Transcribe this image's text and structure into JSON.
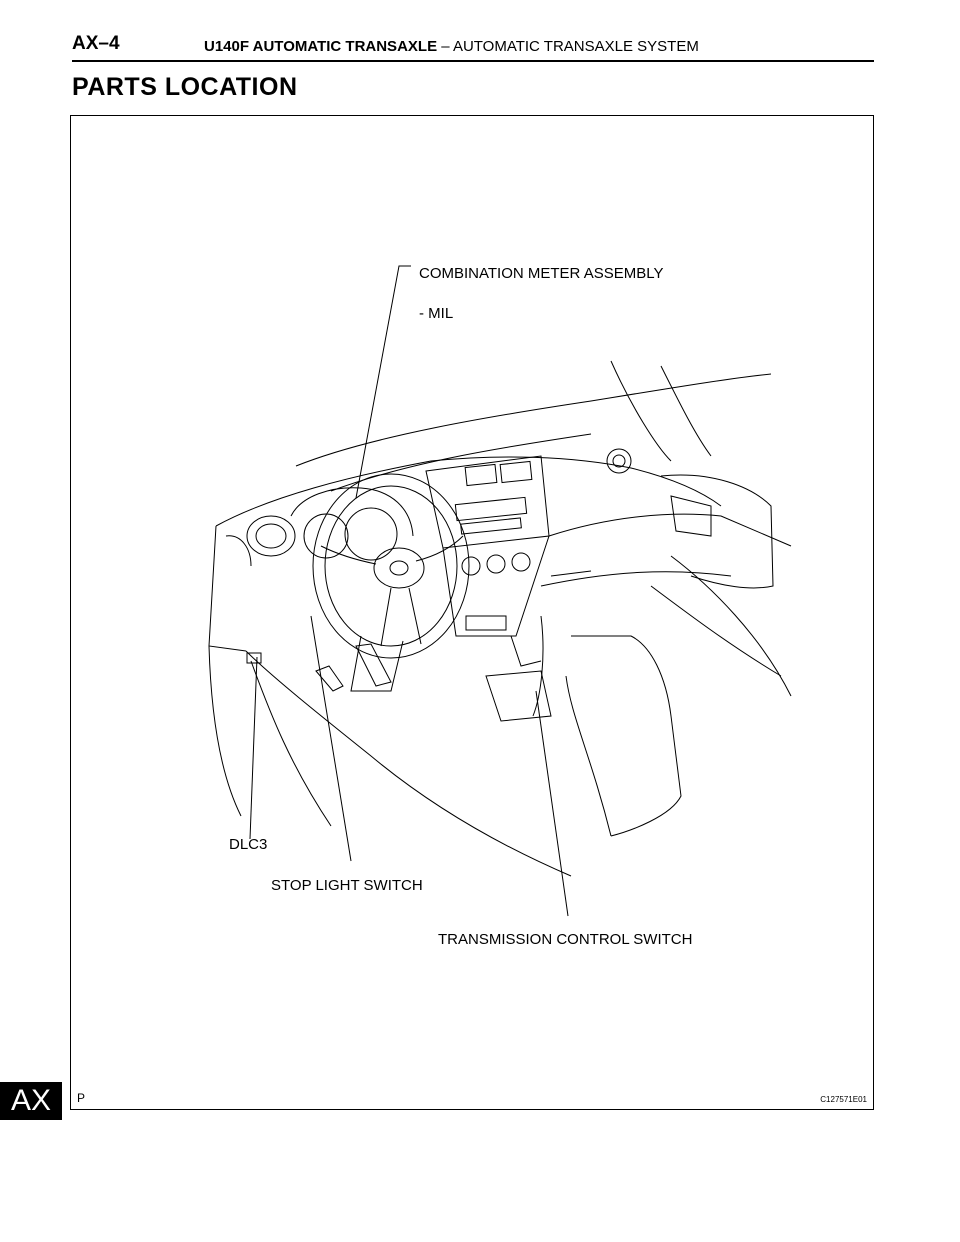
{
  "header": {
    "page_number": "AX–4",
    "title_bold": "U140F AUTOMATIC TRANSAXLE",
    "separator": " – ",
    "title_regular": "AUTOMATIC TRANSAXLE SYSTEM"
  },
  "section_title": "PARTS LOCATION",
  "figure": {
    "callouts": {
      "combination_meter": "COMBINATION METER ASSEMBLY",
      "mil": "- MIL",
      "dlc3": "DLC3",
      "stop_light_switch": "STOP LIGHT SWITCH",
      "transmission_control_switch": "TRANSMISSION CONTROL SWITCH"
    },
    "corner_letter": "P",
    "figure_id": "C127571E01"
  },
  "side_tab": "AX"
}
